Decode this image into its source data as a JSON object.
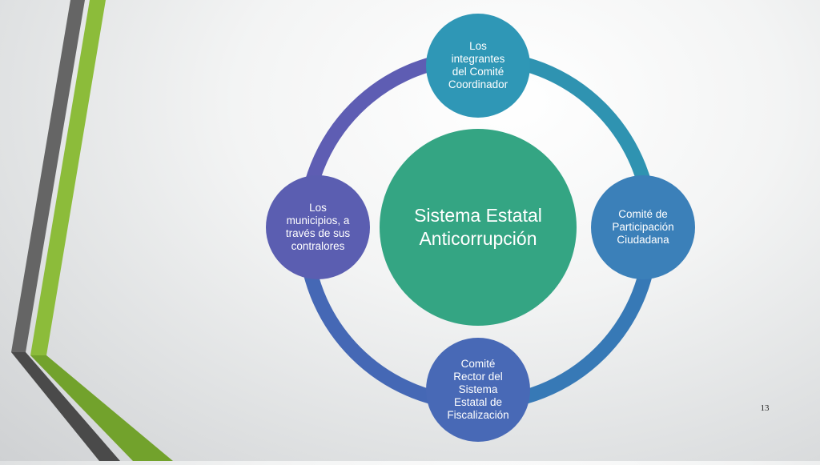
{
  "slide": {
    "page_number": "13"
  },
  "diagram": {
    "center": {
      "label": "Sistema Estatal\nAnticorrupción",
      "color": "#34a583"
    },
    "nodes": [
      {
        "id": "top",
        "label": "Los\nintegrantes\ndel Comité\nCoordinador",
        "color": "#2f97b6"
      },
      {
        "id": "right",
        "label": "Comité de\nParticipación\nCiudadana",
        "color": "#3b80b9"
      },
      {
        "id": "bottom",
        "label": "Comité\nRector del\nSistema\nEstatal de\nFiscalización",
        "color": "#4869b6"
      },
      {
        "id": "left",
        "label": "Los\nmunicipios, a\ntravés de sus\ncontralores",
        "color": "#5b5eb1"
      }
    ],
    "ring_colors": [
      "#2f93b1",
      "#3779b6",
      "#4568b5",
      "#5e5db3"
    ]
  },
  "decoration": {
    "stripe_colors": [
      "#656565",
      "#8cbc3a",
      "#4a4a4a",
      "#72a22c"
    ]
  }
}
